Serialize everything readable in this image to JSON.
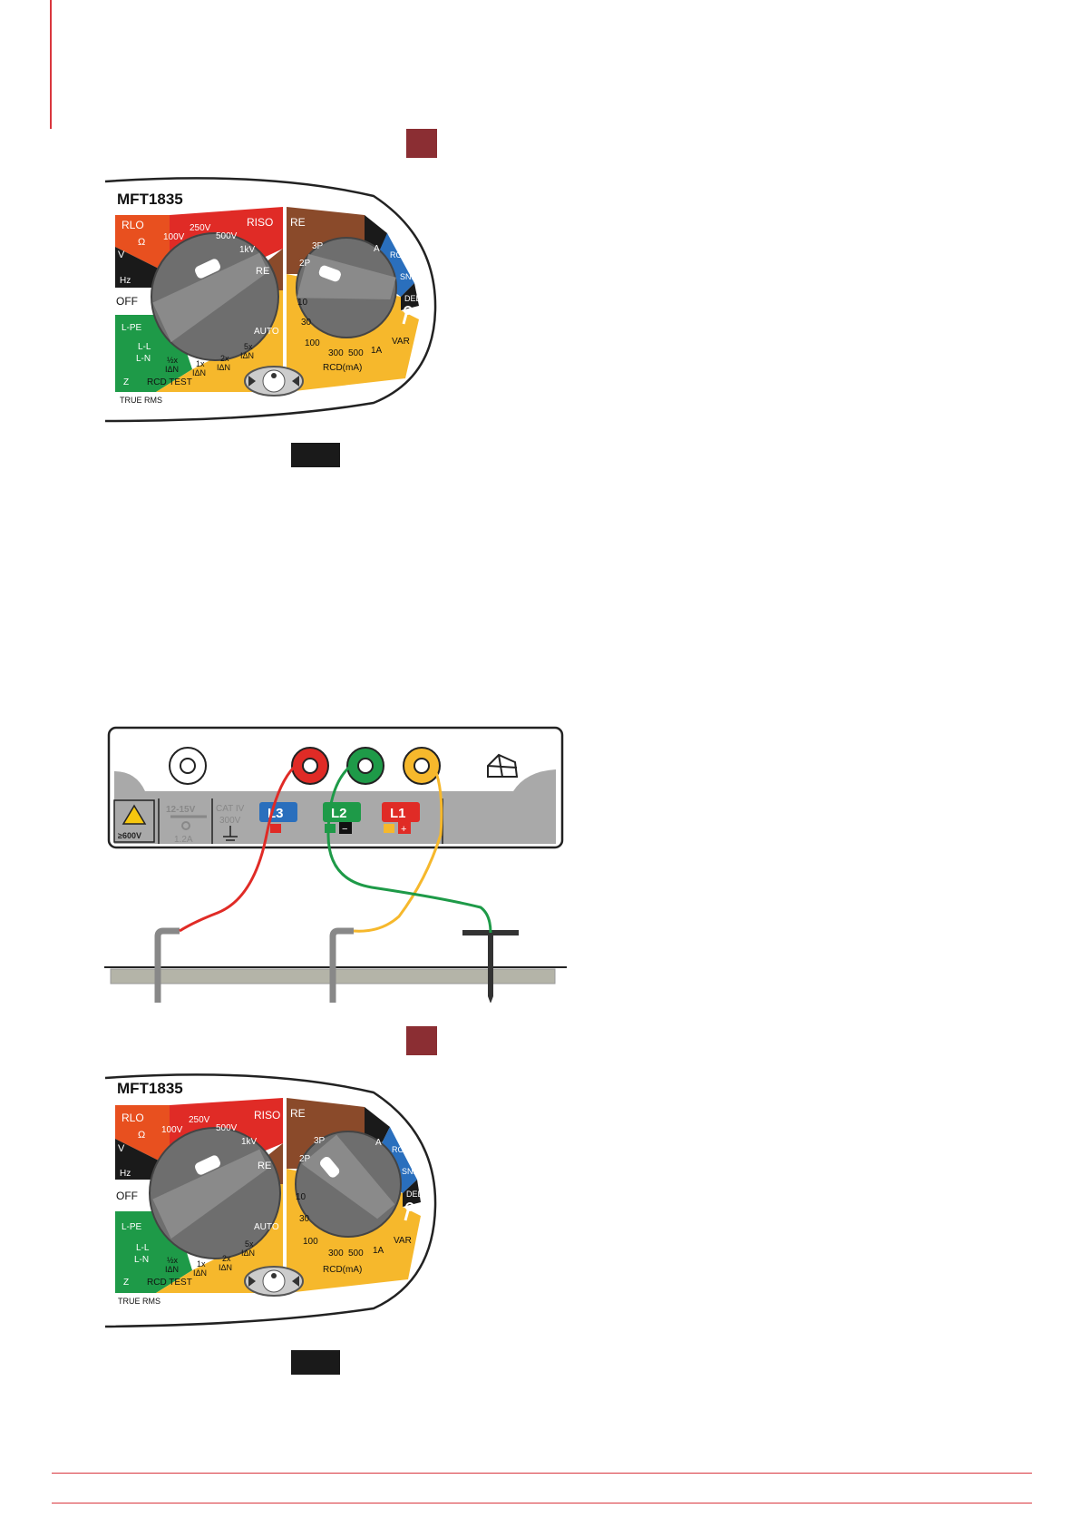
{
  "colors": {
    "accent_red": "#d9363e",
    "marker_maroon": "#8b2e33",
    "marker_black": "#1a1a1a",
    "rlo_orange": "#e8501f",
    "iso_red": "#e02b26",
    "re_brown": "#8a4a2a",
    "rcd_yellow": "#f6b82c",
    "loop_green": "#1e9a48",
    "func_blue": "#2a6fbd",
    "dial_grey": "#6e6e6e"
  },
  "panel_1": {
    "model": "MFT1835",
    "true_rms": "TRUE RMS",
    "left_dial": {
      "rlo": "RLO",
      "ohm": "Ω",
      "v": "V",
      "hz": "Hz",
      "off": "OFF",
      "l_pe": "L-PE",
      "l_l": "L-L",
      "l_n": "L-N",
      "z": "Z",
      "v100": "100V",
      "v250": "250V",
      "v500": "500V",
      "riso": "RISO",
      "kv1": "1kV",
      "re": "RE",
      "auto": "AUTO",
      "x5": "5x",
      "x2": "2x",
      "x1": "1x",
      "xhalf": "½x",
      "idn": "IΔN",
      "rcd_test": "RCD TEST"
    },
    "right_dial": {
      "re": "RE",
      "p3": "3P",
      "p2": "2P",
      "a": "A",
      "rcl": "RCL",
      "snd": "SND",
      "del": "DEL",
      "m10": "10",
      "m30": "30",
      "m100": "100",
      "m300": "300",
      "m500": "500",
      "a1": "1A",
      "var": "VAR",
      "rcd_ma": "RCD(mA)"
    }
  },
  "panel_2": {
    "model": "MFT1835",
    "true_rms": "TRUE RMS",
    "left_dial": {
      "rlo": "RLO",
      "ohm": "Ω",
      "v": "V",
      "hz": "Hz",
      "off": "OFF",
      "l_pe": "L-PE",
      "l_l": "L-L",
      "l_n": "L-N",
      "z": "Z",
      "v100": "100V",
      "v250": "250V",
      "v500": "500V",
      "riso": "RISO",
      "kv1": "1kV",
      "re": "RE",
      "auto": "AUTO",
      "x5": "5x",
      "x2": "2x",
      "x1": "1x",
      "xhalf": "½x",
      "idn": "IΔN",
      "rcd_test": "RCD TEST"
    },
    "right_dial": {
      "re": "RE",
      "p3": "3P",
      "p2": "2P",
      "a": "A",
      "rcl": "RCL",
      "snd": "SND",
      "del": "DEL",
      "m10": "10",
      "m30": "30",
      "m100": "100",
      "m300": "300",
      "m500": "500",
      "a1": "1A",
      "var": "VAR",
      "rcd_ma": "RCD(mA)"
    }
  },
  "terminals": {
    "l3": "L3",
    "l2": "L2",
    "l1": "L1",
    "supply_v": "12-15V",
    "supply_a": "1.2A",
    "cat": "CAT IV",
    "cat_v": "300V",
    "max_v": "≥600V",
    "minus": "−",
    "plus": "+"
  }
}
